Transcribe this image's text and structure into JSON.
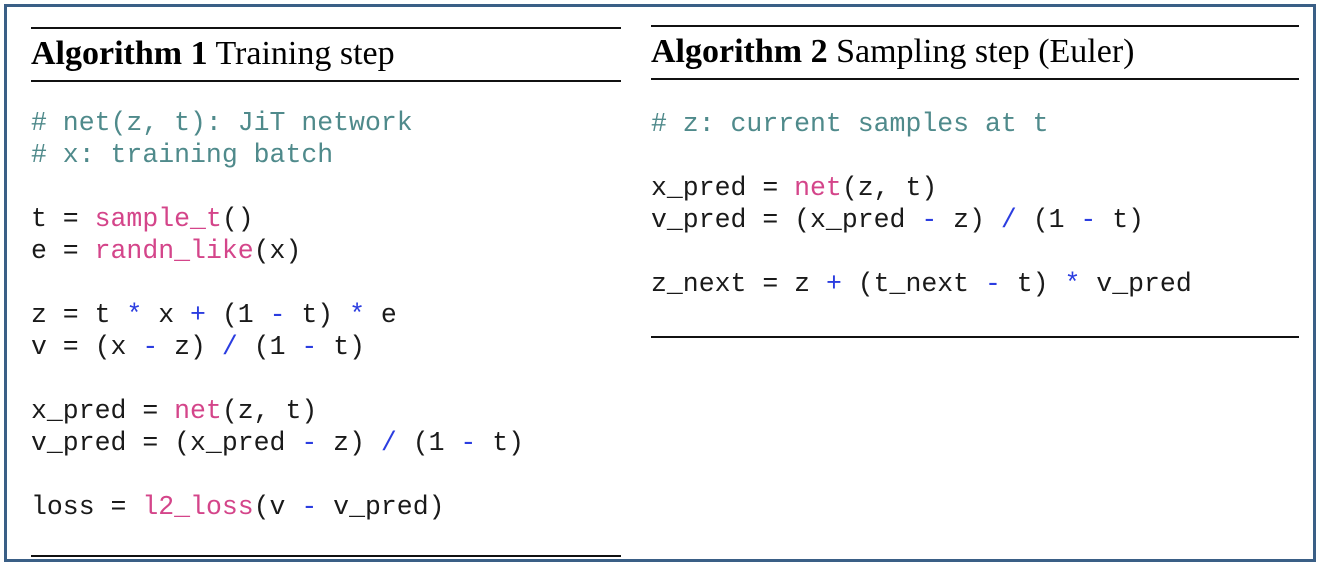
{
  "colors": {
    "frame_border": "#3a5f86",
    "comment": "#4f8a8b",
    "function": "#d4458a",
    "operator": "#2b3de0",
    "text": "#1a1a1a"
  },
  "algorithm1": {
    "label": "Algorithm 1",
    "title": "Training step",
    "blocks": [
      [
        [
          {
            "t": "c",
            "s": "# net(z, t): JiT network"
          }
        ],
        [
          {
            "t": "c",
            "s": "# x: training batch"
          }
        ]
      ],
      [
        [
          {
            "t": "p",
            "s": "t = "
          },
          {
            "t": "f",
            "s": "sample_t"
          },
          {
            "t": "p",
            "s": "()"
          }
        ],
        [
          {
            "t": "p",
            "s": "e = "
          },
          {
            "t": "f",
            "s": "randn_like"
          },
          {
            "t": "p",
            "s": "(x)"
          }
        ]
      ],
      [
        [
          {
            "t": "p",
            "s": "z = t "
          },
          {
            "t": "o",
            "s": "*"
          },
          {
            "t": "p",
            "s": " x "
          },
          {
            "t": "o",
            "s": "+"
          },
          {
            "t": "p",
            "s": " (1 "
          },
          {
            "t": "o",
            "s": "-"
          },
          {
            "t": "p",
            "s": " t) "
          },
          {
            "t": "o",
            "s": "*"
          },
          {
            "t": "p",
            "s": " e"
          }
        ],
        [
          {
            "t": "p",
            "s": "v = (x "
          },
          {
            "t": "o",
            "s": "-"
          },
          {
            "t": "p",
            "s": " z) "
          },
          {
            "t": "o",
            "s": "/"
          },
          {
            "t": "p",
            "s": " (1 "
          },
          {
            "t": "o",
            "s": "-"
          },
          {
            "t": "p",
            "s": " t)"
          }
        ]
      ],
      [
        [
          {
            "t": "p",
            "s": "x_pred = "
          },
          {
            "t": "f",
            "s": "net"
          },
          {
            "t": "p",
            "s": "(z, t)"
          }
        ],
        [
          {
            "t": "p",
            "s": "v_pred = (x_pred "
          },
          {
            "t": "o",
            "s": "-"
          },
          {
            "t": "p",
            "s": " z) "
          },
          {
            "t": "o",
            "s": "/"
          },
          {
            "t": "p",
            "s": " (1 "
          },
          {
            "t": "o",
            "s": "-"
          },
          {
            "t": "p",
            "s": " t)"
          }
        ]
      ],
      [
        [
          {
            "t": "p",
            "s": "loss = "
          },
          {
            "t": "f",
            "s": "l2_loss"
          },
          {
            "t": "p",
            "s": "(v "
          },
          {
            "t": "o",
            "s": "-"
          },
          {
            "t": "p",
            "s": " v_pred)"
          }
        ]
      ]
    ]
  },
  "algorithm2": {
    "label": "Algorithm 2",
    "title": "Sampling step (Euler)",
    "blocks": [
      [
        [
          {
            "t": "c",
            "s": "# z: current samples at t"
          }
        ]
      ],
      [
        [
          {
            "t": "p",
            "s": "x_pred = "
          },
          {
            "t": "f",
            "s": "net"
          },
          {
            "t": "p",
            "s": "(z, t)"
          }
        ],
        [
          {
            "t": "p",
            "s": "v_pred = (x_pred "
          },
          {
            "t": "o",
            "s": "-"
          },
          {
            "t": "p",
            "s": " z) "
          },
          {
            "t": "o",
            "s": "/"
          },
          {
            "t": "p",
            "s": " (1 "
          },
          {
            "t": "o",
            "s": "-"
          },
          {
            "t": "p",
            "s": " t)"
          }
        ]
      ],
      [
        [
          {
            "t": "p",
            "s": "z_next = z "
          },
          {
            "t": "o",
            "s": "+"
          },
          {
            "t": "p",
            "s": " (t_next "
          },
          {
            "t": "o",
            "s": "-"
          },
          {
            "t": "p",
            "s": " t) "
          },
          {
            "t": "o",
            "s": "*"
          },
          {
            "t": "p",
            "s": " v_pred"
          }
        ]
      ]
    ]
  }
}
